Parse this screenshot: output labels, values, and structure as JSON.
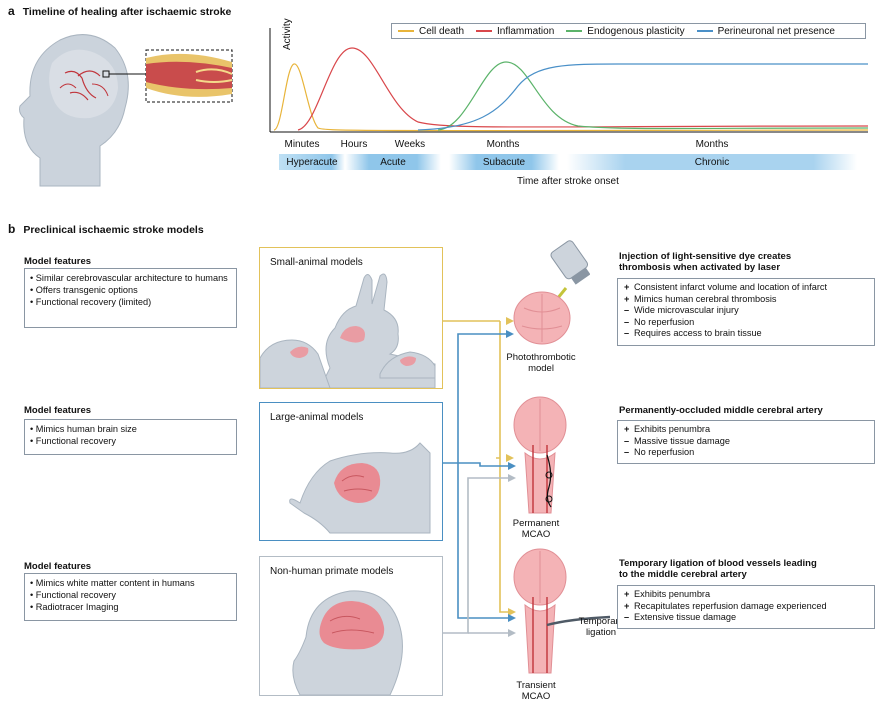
{
  "panel_a": {
    "letter": "a",
    "title": "Timeline of healing after ischaemic stroke",
    "y_label": "Activity",
    "x_label": "Time after stroke onset",
    "time_ticks": [
      "Minutes",
      "Hours",
      "Weeks",
      "Months",
      "Months"
    ],
    "phases": [
      "Hyperacute",
      "Acute",
      "Subacute",
      "Chronic"
    ],
    "legend": [
      {
        "label": "Cell death",
        "color": "#e8b43a"
      },
      {
        "label": "Inflammation",
        "color": "#d9474b"
      },
      {
        "label": "Endogenous plasticity",
        "color": "#5bb36a"
      },
      {
        "label": "Perineuronal net presence",
        "color": "#4a90c8"
      }
    ]
  },
  "panel_b": {
    "letter": "b",
    "title": "Preclinical ischaemic stroke models",
    "feature_groups": [
      {
        "heading": "Model features",
        "items": [
          "Similar cerebrovascular architecture to humans",
          "Offers transgenic options",
          "Functional recovery (limited)"
        ]
      },
      {
        "heading": "Model features",
        "items": [
          "Mimics human brain size",
          "Functional recovery"
        ]
      },
      {
        "heading": "Model features",
        "items": [
          "Mimics white matter content in humans",
          "Functional recovery",
          "Radiotracer Imaging"
        ]
      }
    ],
    "models": [
      {
        "title": "Small-animal models",
        "color": "#e2c25a"
      },
      {
        "title": "Large-animal models",
        "color": "#4a8fc2"
      },
      {
        "title": "Non-human primate models",
        "color": "#b3bcc5"
      }
    ],
    "methods": [
      {
        "caption": [
          "Photothrombotic",
          "model"
        ],
        "title": [
          "Injection of light-sensitive dye creates",
          "thrombosis when activated by laser"
        ],
        "points": [
          {
            "sym": "+",
            "text": "Consistent infarct volume and location of infarct"
          },
          {
            "sym": "+",
            "text": "Mimics human cerebral thrombosis"
          },
          {
            "sym": "–",
            "text": "Wide microvascular injury"
          },
          {
            "sym": "–",
            "text": "No reperfusion"
          },
          {
            "sym": "–",
            "text": "Requires access to brain tissue"
          }
        ]
      },
      {
        "caption": [
          "Permanent",
          "MCAO"
        ],
        "title": [
          "Permanently-occluded middle cerebral artery"
        ],
        "points": [
          {
            "sym": "+",
            "text": "Exhibits penumbra"
          },
          {
            "sym": "–",
            "text": "Massive tissue damage"
          },
          {
            "sym": "–",
            "text": "No reperfusion"
          }
        ]
      },
      {
        "caption": [
          "Transient",
          "MCAO"
        ],
        "title": [
          "Temporary ligation of blood vessels leading",
          "to the middle cerebral artery"
        ],
        "points": [
          {
            "sym": "+",
            "text": "Exhibits penumbra"
          },
          {
            "sym": "+",
            "text": "Recapitulates reperfusion damage experienced"
          },
          {
            "sym": "–",
            "text": "Extensive tissue damage"
          }
        ]
      }
    ],
    "ligation_label": [
      "Temporary",
      "ligation"
    ]
  }
}
